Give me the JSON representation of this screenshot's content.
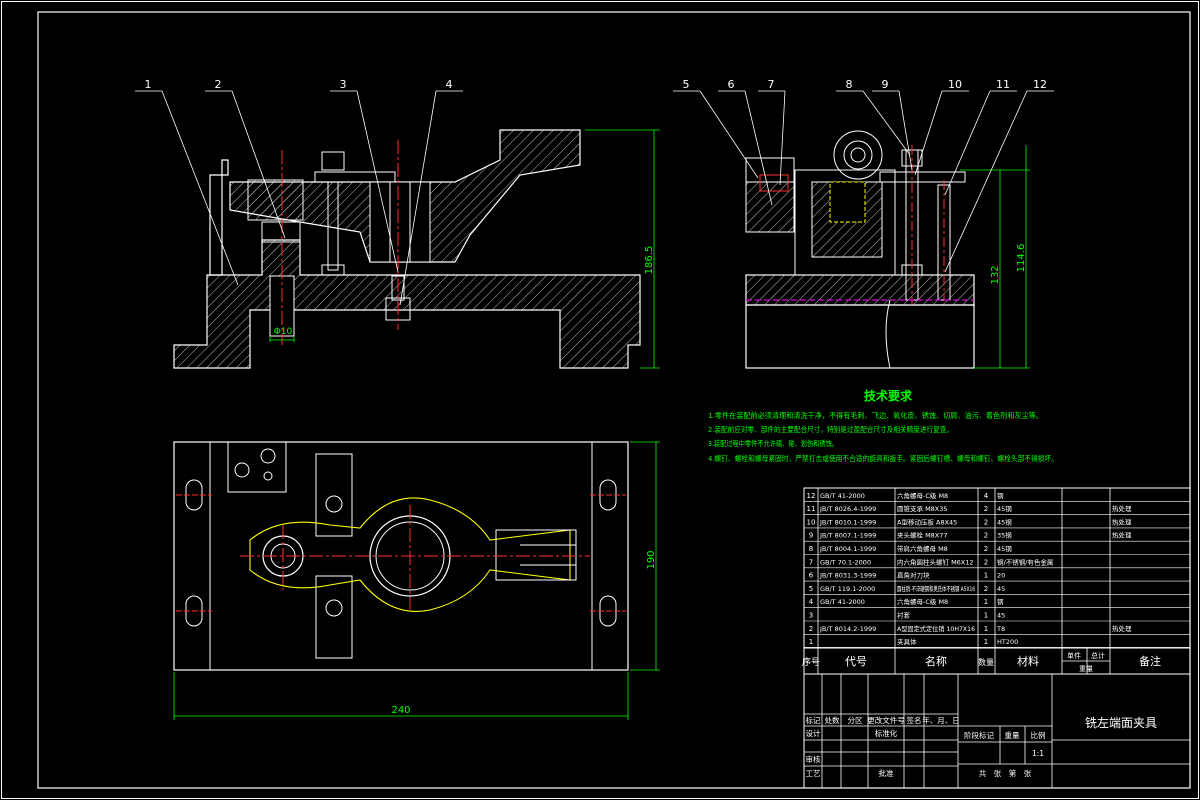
{
  "drawing": {
    "title": "铣左端面夹具",
    "scale": "1:1",
    "colors": {
      "background": "#000000",
      "outline": "#ffffff",
      "hatch": "#c8c8c8",
      "dimension": "#00ff00",
      "center": "#ff0000",
      "hidden": "#ffff00",
      "purple": "#ff00ff",
      "cyan": "#00ffff"
    }
  },
  "balloons": [
    "1",
    "2",
    "3",
    "4",
    "5",
    "6",
    "7",
    "8",
    "9",
    "10",
    "11",
    "12"
  ],
  "dimensions": {
    "front_height": "186.5",
    "side_height_inner": "132",
    "side_height_outer": "114.6",
    "plan_width": "240",
    "plan_depth": "190",
    "bore": "Φ10"
  },
  "tech_req": {
    "heading": "技术要求",
    "lines": [
      "1.零件在装配前必须清理和清洗干净，不得有毛刺、飞边、氧化皮、锈蚀、切屑、油污、着色剂和灰尘等。",
      "2.装配前应对零、部件的主要配合尺寸，特别是过盈配合尺寸及相关精度进行复查。",
      "3.装配过程中零件不允许磕、碰、划伤和锈蚀。",
      "4.螺钉、螺栓和螺母紧固时，严禁打击或使用不合适的旋具和扳手。紧固后螺钉槽、螺母和螺钉、螺栓头部不得损坏。"
    ]
  },
  "bom": [
    {
      "no": "12",
      "code": "GB/T 41-2000",
      "name": "六角螺母-C级 M8",
      "qty": "4",
      "material": "钢",
      "note": ""
    },
    {
      "no": "11",
      "code": "JB/T 8026.4-1999",
      "name": "圆锥支承 M8X35",
      "qty": "2",
      "material": "45钢",
      "note": "热处理"
    },
    {
      "no": "10",
      "code": "JB/T 8010.1-1999",
      "name": "A型移动压板 A8X45",
      "qty": "2",
      "material": "45钢",
      "note": "热处理"
    },
    {
      "no": "9",
      "code": "JB/T 8007.1-1999",
      "name": "夹头螺栓 M8X77",
      "qty": "2",
      "material": "35钢",
      "note": "热处理"
    },
    {
      "no": "8",
      "code": "JB/T 8004.1-1999",
      "name": "带肩六角螺母 M8",
      "qty": "2",
      "material": "45钢",
      "note": ""
    },
    {
      "no": "7",
      "code": "GB/T 70.1-2000",
      "name": "内六角圆柱头螺钉 M6X12",
      "qty": "2",
      "material": "钢/不锈钢/有色金属",
      "note": ""
    },
    {
      "no": "6",
      "code": "JB/T 8031.3-1999",
      "name": "直角对刀块",
      "qty": "1",
      "material": "20",
      "note": ""
    },
    {
      "no": "5",
      "code": "GB/T 119.1-2000",
      "name": "圆柱销-不淬硬钢和奥氏体不锈钢 A5X16",
      "qty": "2",
      "material": "45",
      "note": ""
    },
    {
      "no": "4",
      "code": "GB/T 41-2000",
      "name": "六角螺母-C级 M8",
      "qty": "1",
      "material": "钢",
      "note": ""
    },
    {
      "no": "3",
      "code": "",
      "name": "衬套",
      "qty": "1",
      "material": "45",
      "note": ""
    },
    {
      "no": "2",
      "code": "JB/T 8014.2-1999",
      "name": "A型固定式定位销 10H7X16",
      "qty": "1",
      "material": "T8",
      "note": "热处理"
    },
    {
      "no": "1",
      "code": "",
      "name": "夹具体",
      "qty": "1",
      "material": "HT200",
      "note": ""
    }
  ],
  "bom_header": {
    "no": "序号",
    "code": "代号",
    "name": "名称",
    "qty": "数量",
    "material": "材料",
    "single": "单件",
    "total": "总计",
    "weight": "重量",
    "note": "备注"
  },
  "title_block": {
    "mark": "标记",
    "count": "处数",
    "zone": "分区",
    "docno": "更改文件号",
    "sign": "签名",
    "date": "年、月、日",
    "design": "设计",
    "standard": "标准化",
    "stage": "阶段标记",
    "weight": "重量",
    "scale_label": "比例",
    "check": "审核",
    "process": "工艺",
    "approve": "批准",
    "sheets": "共　张　第　张"
  }
}
